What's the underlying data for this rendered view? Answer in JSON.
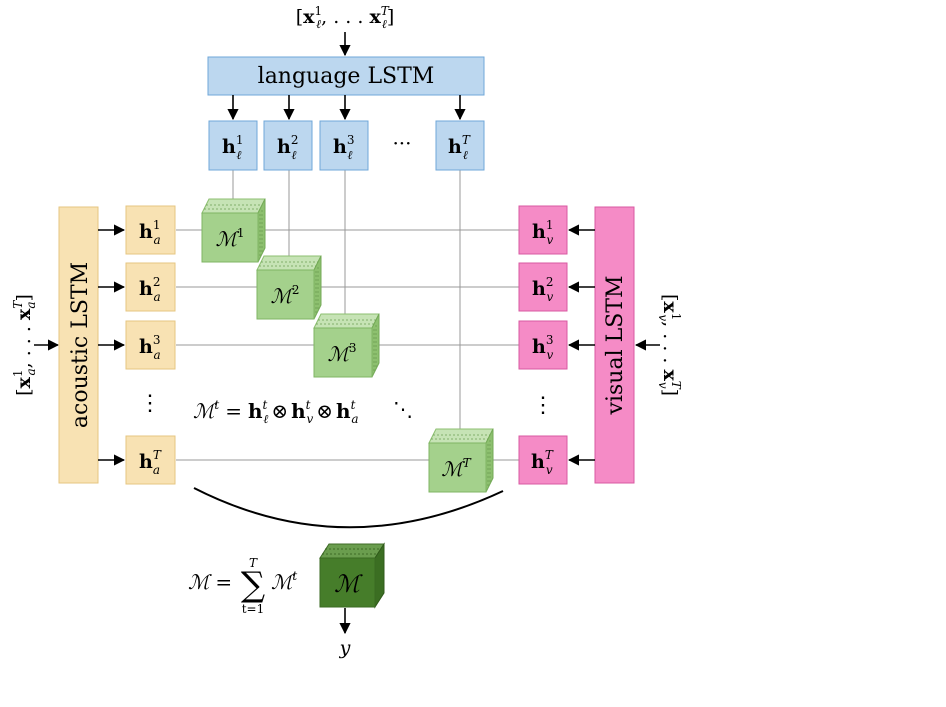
{
  "lstm": {
    "language": "language LSTM",
    "acoustic": "acoustic LSTM",
    "visual": "visual LSTM"
  },
  "inputs": {
    "language": {
      "base": "x",
      "sub": "ℓ",
      "first_sup": "1",
      "last_sup": "T"
    },
    "acoustic": {
      "base": "x",
      "sub": "a",
      "first_sup": "1",
      "last_sup": "T"
    },
    "visual": {
      "base": "x",
      "sub": "v",
      "first_sup": "1",
      "last_sup": "T"
    }
  },
  "hidden": {
    "base": "h",
    "language": {
      "sub": "ℓ",
      "sups": [
        "1",
        "2",
        "3",
        "T"
      ]
    },
    "acoustic": {
      "sub": "a",
      "sups": [
        "1",
        "2",
        "3",
        "T"
      ]
    },
    "visual": {
      "sub": "v",
      "sups": [
        "1",
        "2",
        "3",
        "T"
      ]
    }
  },
  "ellipsis": {
    "horizontal": "···",
    "vertical": "⋮",
    "diagonal": "⋱"
  },
  "tensors": {
    "base": "ℳ",
    "sups": [
      "1",
      "2",
      "3",
      "T"
    ]
  },
  "equations": {
    "outer_product": {
      "lhs": "ℳ",
      "t": "t",
      "equals": "=",
      "op": "⊗",
      "h": "h",
      "subs": [
        "ℓ",
        "v",
        "a"
      ]
    },
    "sum": {
      "lhs": "ℳ",
      "equals": "=",
      "sigma": "∑",
      "upper": "T",
      "lower": "t=1",
      "term": "ℳ",
      "term_sup": "t"
    }
  },
  "output": {
    "tensor": "ℳ",
    "label": "y"
  },
  "colors": {
    "language": "#bcd7ef",
    "acoustic": "#f8e2b3",
    "visual": "#f58bc6",
    "tensor": "#a4d18c",
    "tensor_final": "#467d2a"
  }
}
